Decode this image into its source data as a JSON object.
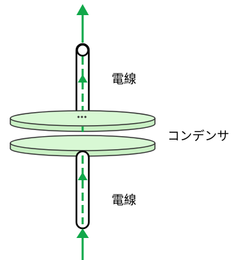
{
  "labels": {
    "wire_top": "電線",
    "capacitor": "コンデンサ",
    "wire_bottom": "電線"
  },
  "colors": {
    "current_arrow": "#11a84a",
    "plate_fill": "#d8f8d4",
    "plate_stroke": "#333333",
    "wire_stroke": "#000000",
    "wire_fill": "#ffffff",
    "label_text": "#000000",
    "background": "#ffffff"
  },
  "icons": {
    "field_dots": "ellipsis-dots"
  }
}
